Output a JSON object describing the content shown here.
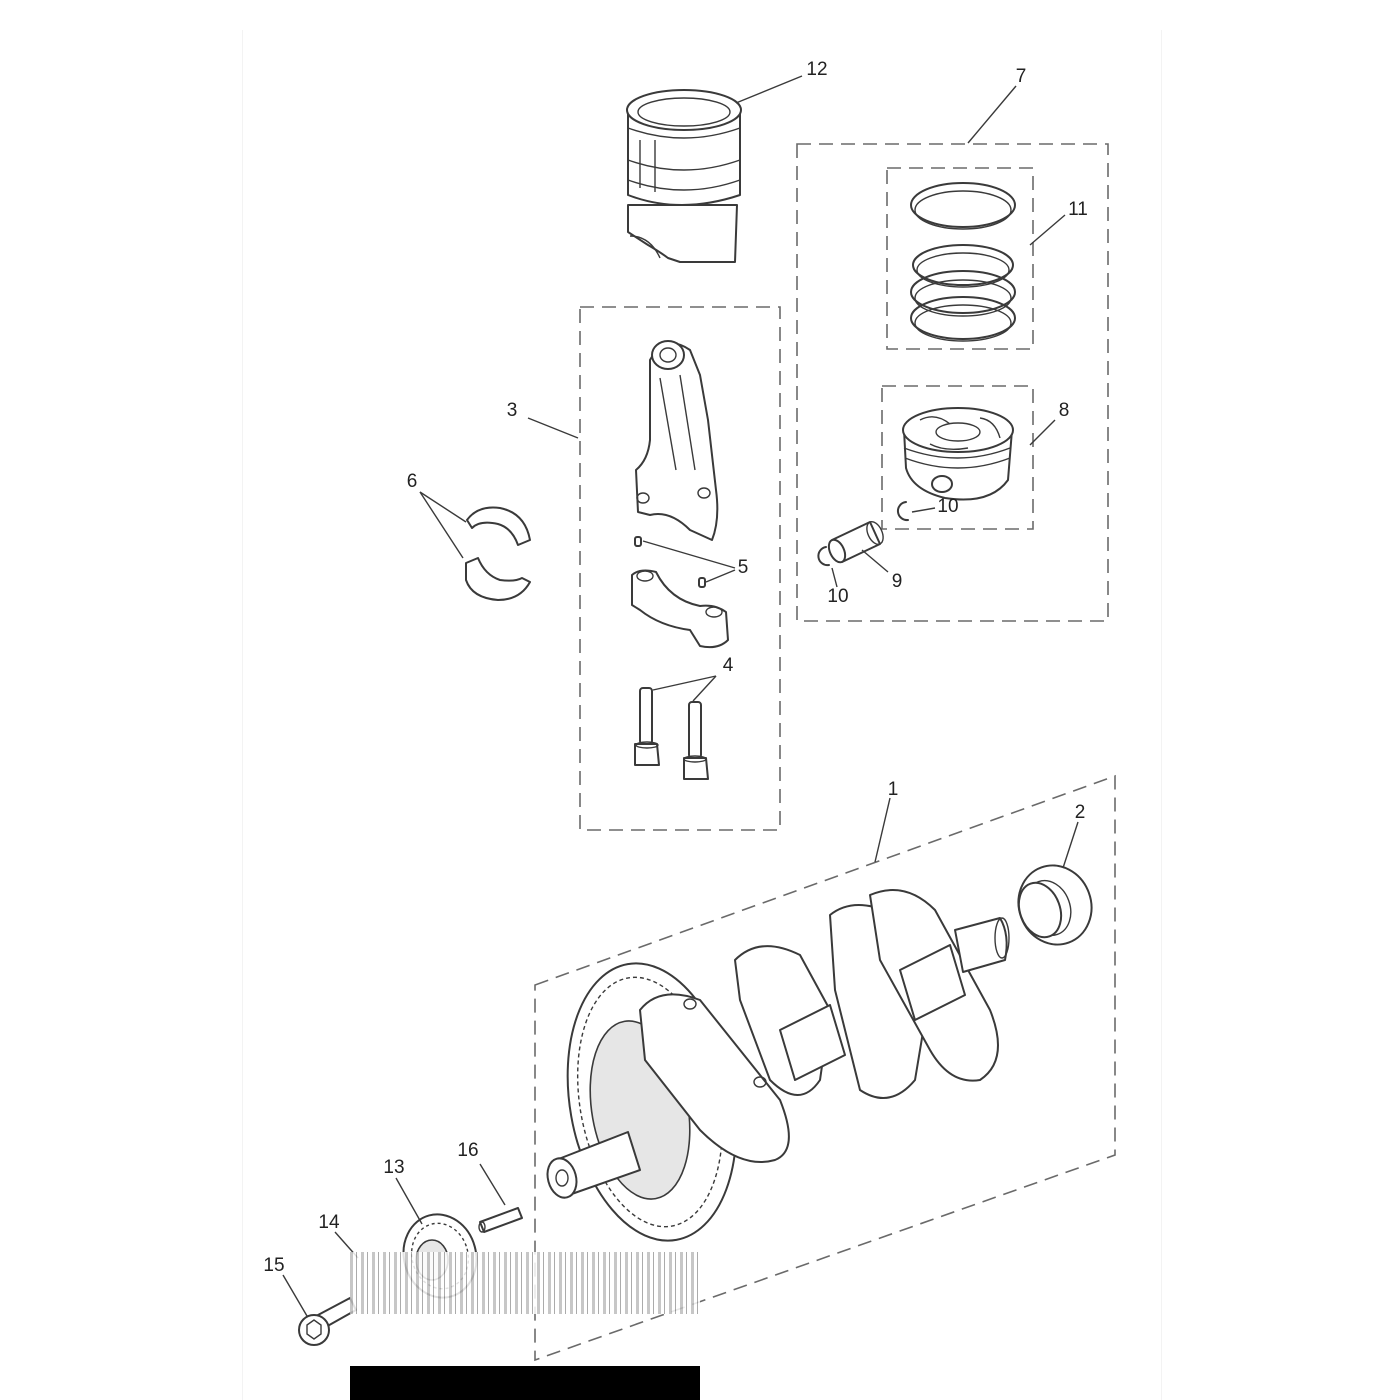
{
  "callouts": {
    "c1": "1",
    "c2": "2",
    "c3": "3",
    "c4": "4",
    "c5": "5",
    "c6": "6",
    "c7": "7",
    "c8": "8",
    "c9": "9",
    "c10a": "10",
    "c10b": "10",
    "c11": "11",
    "c12": "12",
    "c13": "13",
    "c14": "14",
    "c15": "15",
    "c16": "16"
  },
  "colors": {
    "line": "#3a3a3a",
    "dashed_box": "#6a6a6a",
    "shade": "#e6e6e6",
    "background": "#ffffff"
  }
}
